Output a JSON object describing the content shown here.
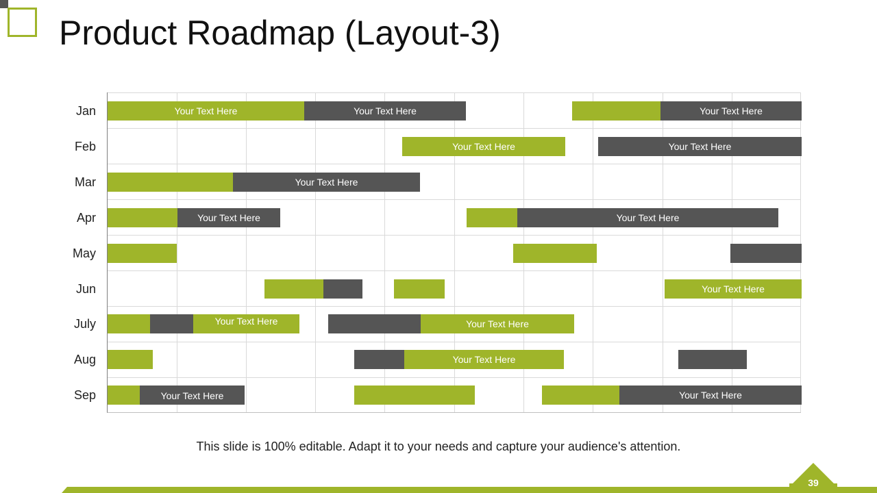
{
  "slide": {
    "title": "Product Roadmap (Layout-3)",
    "footnote": "This slide is 100% editable. Adapt it to your needs and capture your audience's attention.",
    "page_number": "39"
  },
  "colors": {
    "green": "#9fb52a",
    "gray": "#555555",
    "grid": "#d9d9d9",
    "text": "#111111"
  },
  "roadmap": {
    "rows": [
      {
        "label": "Jan",
        "bars": [
          {
            "color": "green",
            "text": "Your Text Here"
          },
          {
            "color": "gray",
            "text": "Your Text Here"
          },
          {
            "color": "green",
            "text": ""
          },
          {
            "color": "gray",
            "text": "Your Text Here"
          }
        ]
      },
      {
        "label": "Feb",
        "bars": [
          {
            "color": "green",
            "text": "Your Text Here"
          },
          {
            "color": "gray",
            "text": "Your Text Here"
          }
        ]
      },
      {
        "label": "Mar",
        "bars": [
          {
            "color": "green",
            "text": ""
          },
          {
            "color": "gray",
            "text": "Your Text Here"
          }
        ]
      },
      {
        "label": "Apr",
        "bars": [
          {
            "color": "green",
            "text": ""
          },
          {
            "color": "gray",
            "text": "Your Text Here"
          },
          {
            "color": "green",
            "text": ""
          },
          {
            "color": "gray",
            "text": "Your Text Here"
          }
        ]
      },
      {
        "label": "May",
        "bars": [
          {
            "color": "green",
            "text": ""
          },
          {
            "color": "green",
            "text": ""
          },
          {
            "color": "gray",
            "text": ""
          }
        ]
      },
      {
        "label": "Jun",
        "bars": [
          {
            "color": "green",
            "text": ""
          },
          {
            "color": "gray",
            "text": ""
          },
          {
            "color": "green",
            "text": ""
          },
          {
            "color": "green",
            "text": "Your Text Here"
          }
        ]
      },
      {
        "label": "July",
        "bars": [
          {
            "color": "green",
            "text": ""
          },
          {
            "color": "gray",
            "text": ""
          },
          {
            "color": "green",
            "text": "Your Text Here"
          },
          {
            "color": "gray",
            "text": ""
          },
          {
            "color": "green",
            "text": "Your Text Here"
          }
        ]
      },
      {
        "label": "Aug",
        "bars": [
          {
            "color": "green",
            "text": ""
          },
          {
            "color": "gray",
            "text": ""
          },
          {
            "color": "green",
            "text": "Your Text Here"
          },
          {
            "color": "gray",
            "text": ""
          }
        ]
      },
      {
        "label": "Sep",
        "bars": [
          {
            "color": "green",
            "text": ""
          },
          {
            "color": "gray",
            "text": "Your Text Here"
          },
          {
            "color": "green",
            "text": ""
          },
          {
            "color": "green",
            "text": ""
          },
          {
            "color": "gray",
            "text": "Your Text Here"
          }
        ]
      }
    ]
  }
}
